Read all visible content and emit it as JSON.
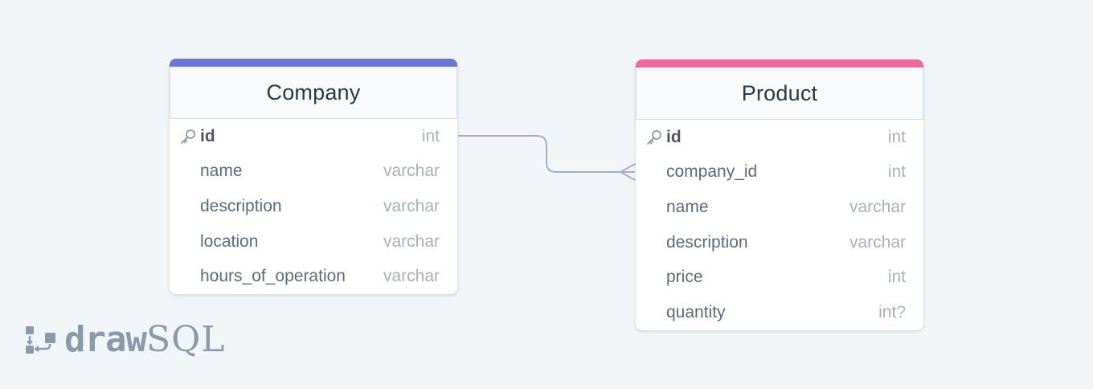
{
  "tables": [
    {
      "title": "Company",
      "accent_color": "#6b77d4",
      "columns": [
        {
          "name": "id",
          "type": "int",
          "primary_key": true
        },
        {
          "name": "name",
          "type": "varchar",
          "primary_key": false
        },
        {
          "name": "description",
          "type": "varchar",
          "primary_key": false
        },
        {
          "name": "location",
          "type": "varchar",
          "primary_key": false
        },
        {
          "name": "hours_of_operation",
          "type": "varchar",
          "primary_key": false
        }
      ]
    },
    {
      "title": "Product",
      "accent_color": "#f0679a",
      "columns": [
        {
          "name": "id",
          "type": "int",
          "primary_key": true
        },
        {
          "name": "company_id",
          "type": "int",
          "primary_key": false
        },
        {
          "name": "name",
          "type": "varchar",
          "primary_key": false
        },
        {
          "name": "description",
          "type": "varchar",
          "primary_key": false
        },
        {
          "name": "price",
          "type": "int",
          "primary_key": false
        },
        {
          "name": "quantity",
          "type": "int?",
          "primary_key": false
        }
      ]
    }
  ],
  "relationship": {
    "from_table": "Company",
    "from_column": "id",
    "to_table": "Product",
    "to_column": "company_id",
    "line_color": "#a3b0bf"
  },
  "brand": {
    "part1": "draw",
    "part2": "SQL",
    "icon": "drawsql-logo-icon"
  }
}
